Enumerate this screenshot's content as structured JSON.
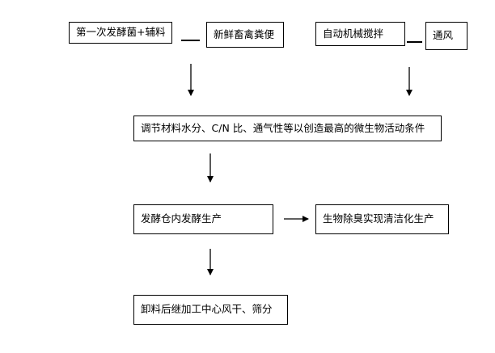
{
  "diagram": {
    "nodes": {
      "starter": "第一次发酵菌+辅料",
      "manure": "新鲜畜禽粪便",
      "machine": "自动机械搅拌",
      "ventilation": "通风",
      "condition": "调节材料水分、C/N 比、通气性等以创造最高的微生物活动条件",
      "fermentation": "发酵仓内发酵生产",
      "deodor": "生物除臭实现清洁化生产",
      "finishing": "卸料后继加工中心风干、筛分"
    },
    "edges": [
      {
        "from": "starter+manure",
        "to": "condition"
      },
      {
        "from": "machine+ventilation",
        "to": "condition"
      },
      {
        "from": "condition",
        "to": "fermentation"
      },
      {
        "from": "fermentation",
        "to": "deodor"
      },
      {
        "from": "fermentation",
        "to": "finishing"
      }
    ],
    "colors": {
      "stroke": "#000000",
      "background": "#ffffff"
    }
  }
}
